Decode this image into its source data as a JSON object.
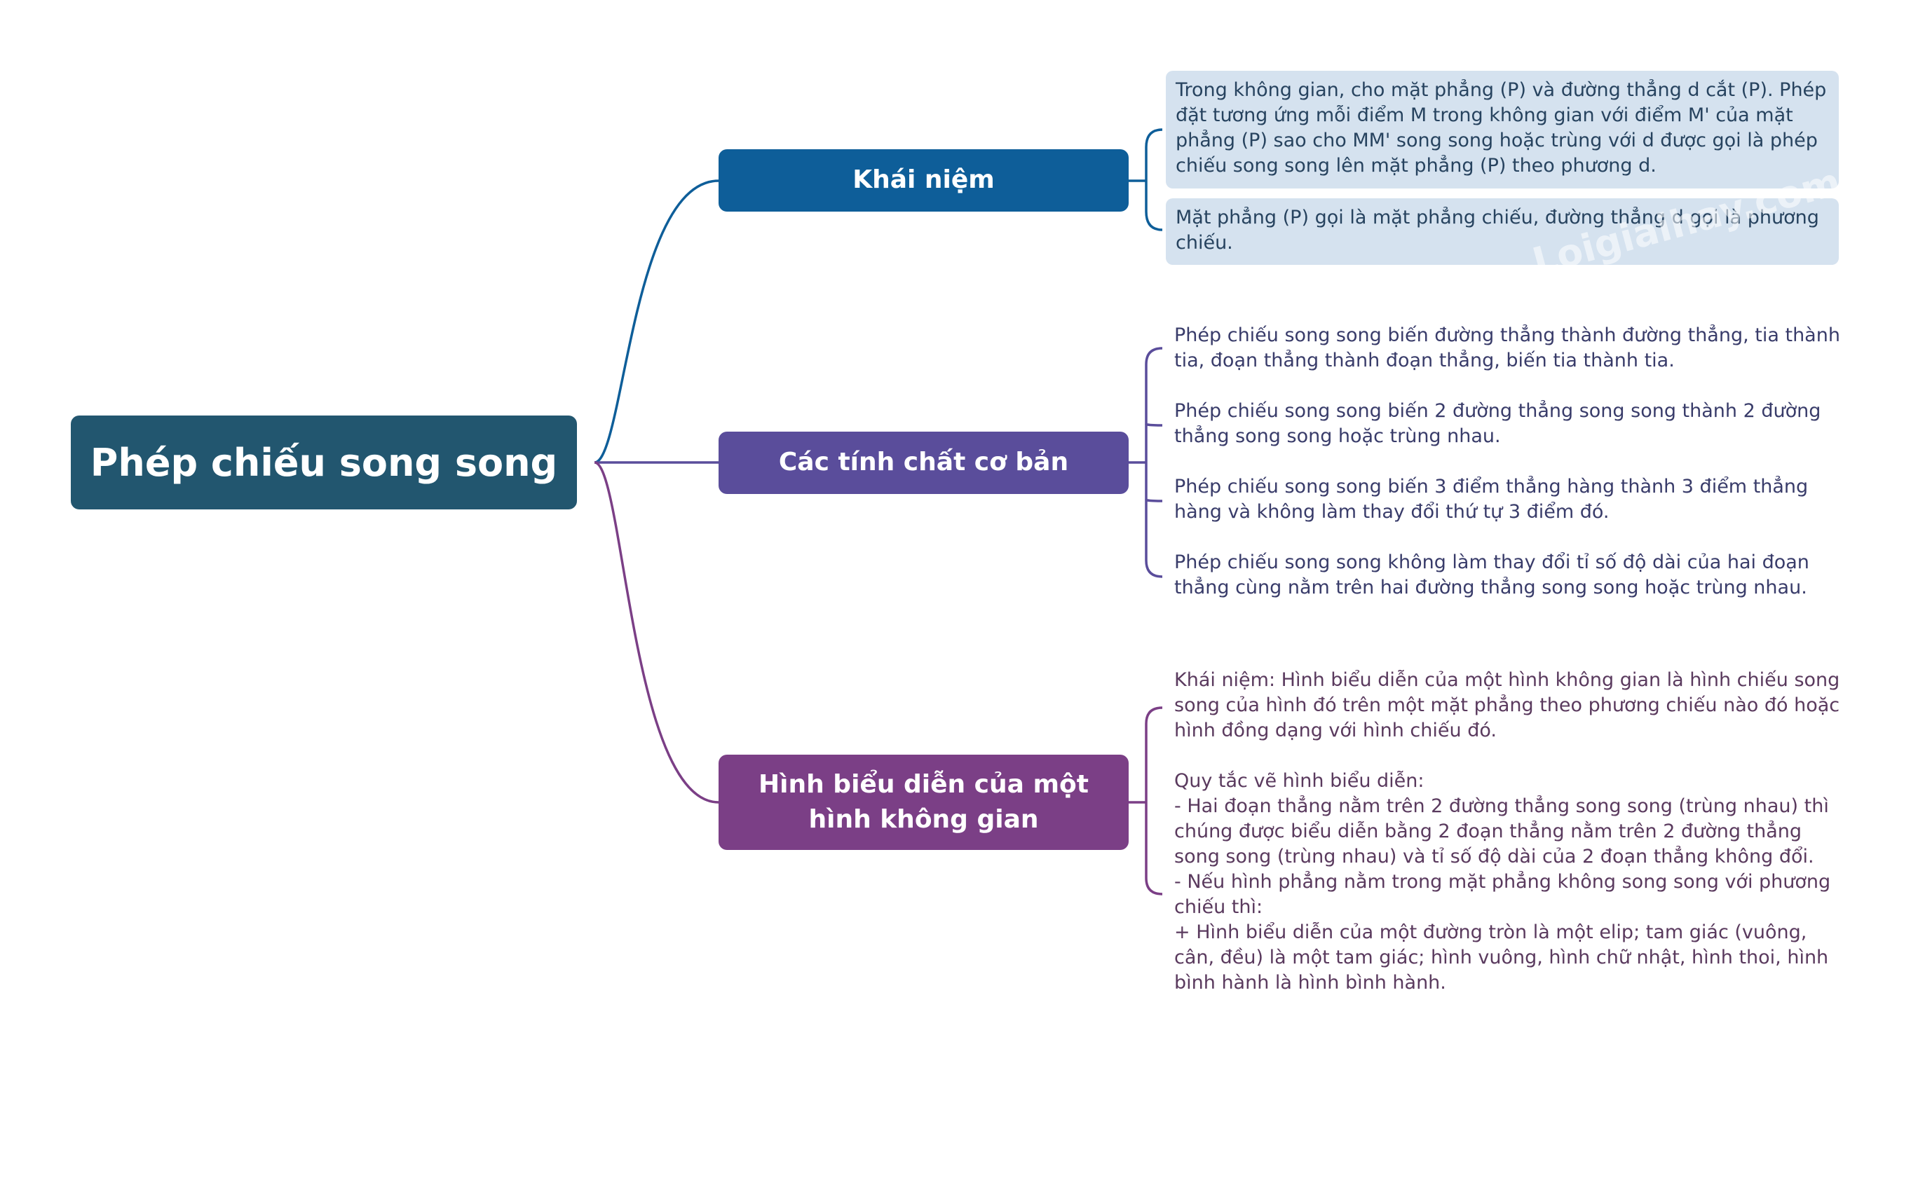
{
  "root": {
    "label": "Phép chiếu song song",
    "color": "#22566f"
  },
  "branches": [
    {
      "label": "Khái niệm",
      "color": "#0e5e99",
      "items": [
        "Trong không gian, cho mặt phẳng (P) và đường thẳng d cắt (P). Phép đặt tương ứng mỗi điểm M trong không gian với điểm M' của mặt phẳng (P) sao cho MM' song song hoặc trùng với d được gọi là phép chiếu song song lên mặt phẳng (P) theo phương d.",
        "Mặt phẳng (P) gọi là mặt phẳng chiếu, đường thẳng d gọi là phương chiếu."
      ]
    },
    {
      "label": "Các tính chất cơ bản",
      "color": "#5a4d9b",
      "items": [
        "Phép chiếu song song biến đường thẳng thành đường thẳng, tia thành tia, đoạn thẳng thành đoạn thẳng, biến tia thành tia.\n\nPhép chiếu song song biến 2 đường thẳng song song thành 2 đường thẳng song song hoặc trùng nhau.\n\nPhép chiếu song song biến 3 điểm thẳng hàng thành 3 điểm thẳng hàng và không làm thay đổi thứ tự 3 điểm đó.\n\nPhép chiếu song song không làm thay đổi tỉ số độ dài của hai đoạn thẳng cùng nằm trên hai đường thẳng song song hoặc trùng nhau."
      ]
    },
    {
      "label": "Hình biểu diễn của một hình không gian",
      "color": "#7b3f86",
      "items": [
        "Khái niệm: Hình biểu diễn của một hình không gian là hình chiếu song song của hình đó trên một mặt phẳng theo phương chiếu nào đó hoặc hình đồng dạng với hình chiếu đó.\n\nQuy tắc vẽ hình biểu diễn:\n- Hai đoạn thẳng nằm trên 2 đường thẳng song song (trùng nhau) thì chúng được biểu diễn bằng 2 đoạn thẳng nằm trên 2 đường thẳng song song (trùng nhau) và tỉ số độ dài của 2 đoạn thẳng không đổi.\n- Nếu hình phẳng nằm trong mặt phẳng không song song với phương chiếu thì:\n+ Hình biểu diễn của một đường tròn là một elip; tam giác (vuông, cân, đều) là một tam giác; hình vuông, hình chữ nhật, hình thoi, hình bình hành là hình bình hành."
      ]
    }
  ],
  "watermark": "Loigiaihay.com"
}
